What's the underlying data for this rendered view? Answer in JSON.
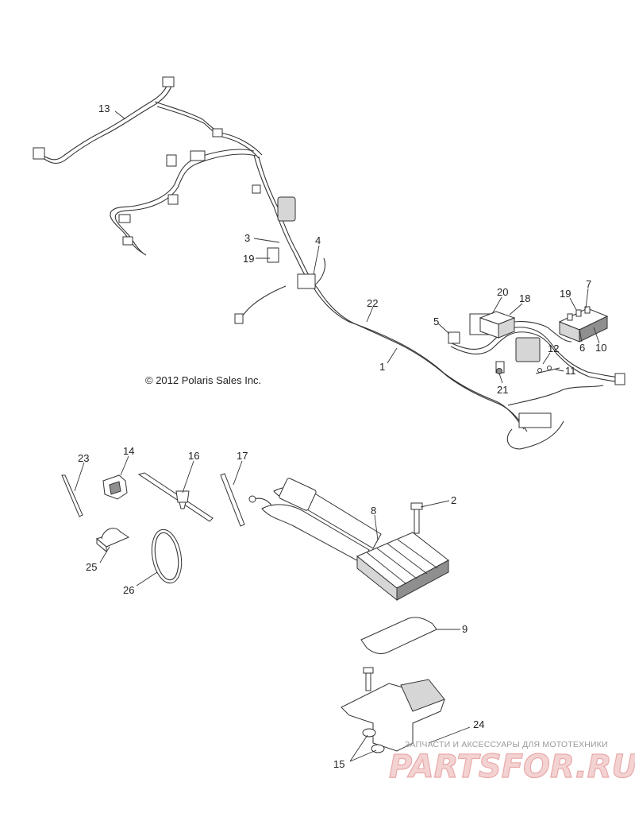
{
  "copyright": "© 2012 Polaris Sales Inc.",
  "watermark": {
    "caption": "ЗАПЧАСТИ И АКСЕССУАРЫ ДЛЯ МОТОТЕХНИКИ",
    "brand": "PARTSFOR.RU",
    "brand_color": "#e9aaaa"
  },
  "callouts": [
    "1",
    "2",
    "3",
    "4",
    "5",
    "6",
    "7",
    "8",
    "9",
    "10",
    "11",
    "12",
    "13",
    "14",
    "15",
    "16",
    "17",
    "18",
    "19",
    "19",
    "20",
    "21",
    "22",
    "23",
    "24",
    "25",
    "26"
  ]
}
